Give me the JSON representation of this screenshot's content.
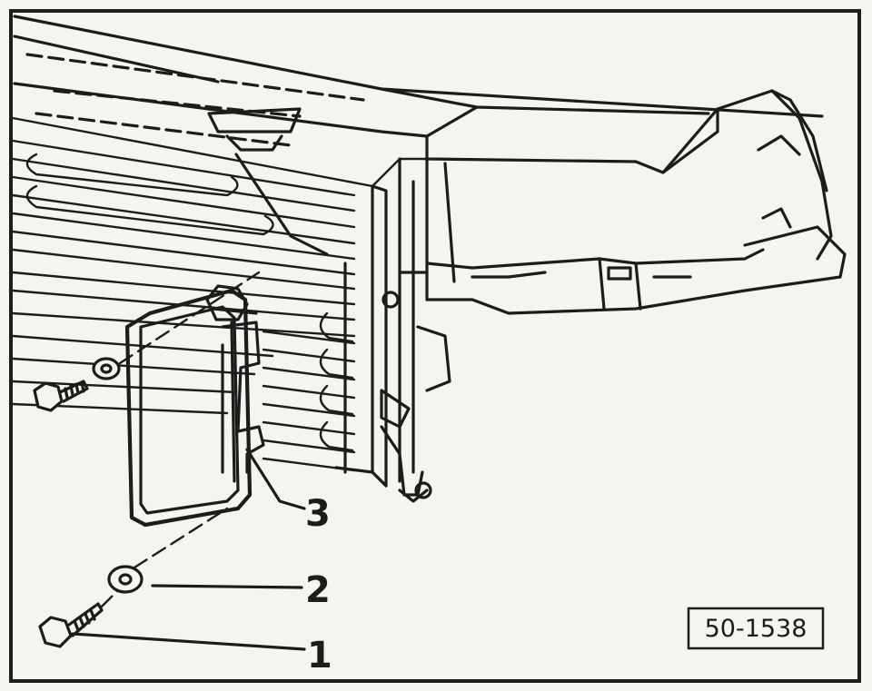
{
  "figure_id": "50-1538",
  "callouts": [
    {
      "number": "1",
      "part": "bolt"
    },
    {
      "number": "2",
      "part": "washer"
    },
    {
      "number": "3",
      "part": "bracket"
    }
  ],
  "colors": {
    "ink": "#1c1c1c",
    "paper": "#f6f4ee"
  }
}
